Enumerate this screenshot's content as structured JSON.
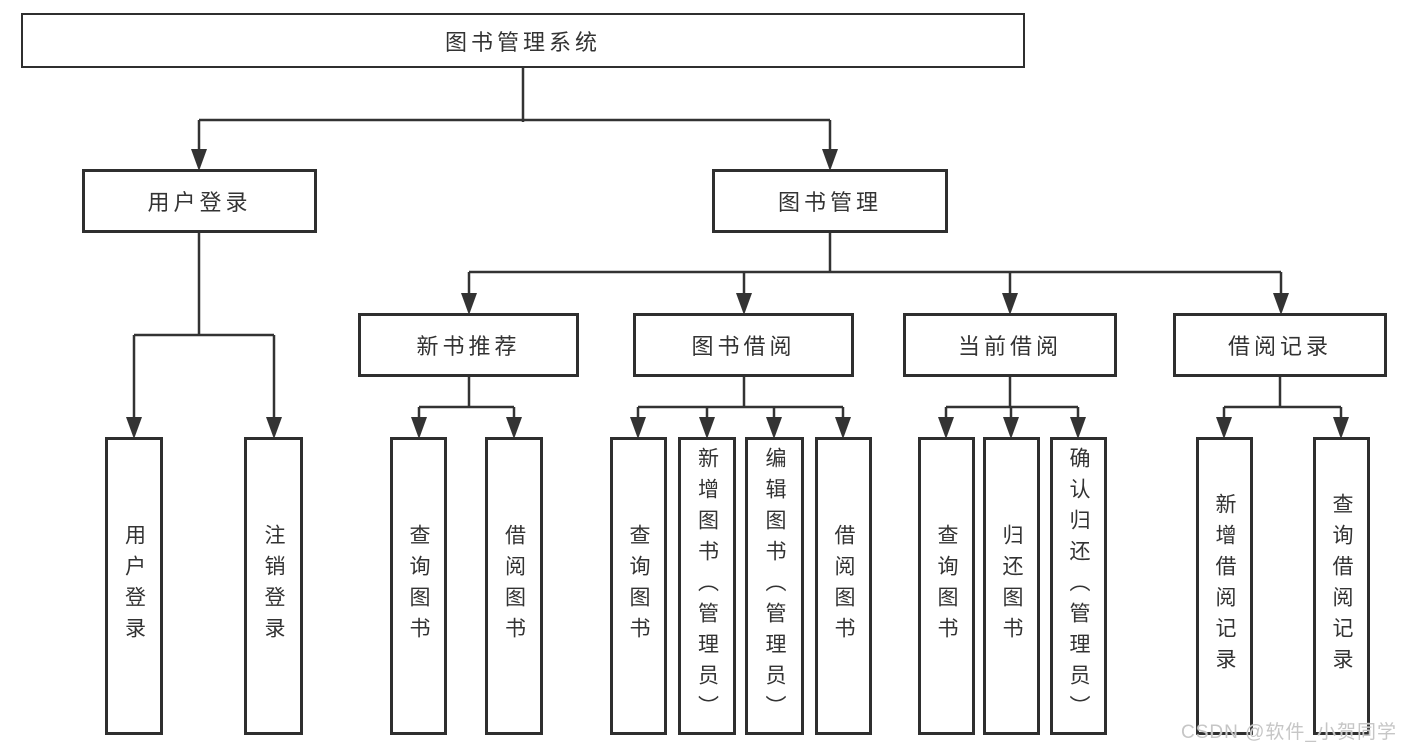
{
  "diagram": {
    "root": {
      "label": "图书管理系统"
    },
    "level2": {
      "user_login": {
        "label": "用户登录",
        "children": [
          "用户登录",
          "注销登录"
        ]
      },
      "book_management": {
        "label": "图书管理",
        "children": {
          "new_book_recommend": {
            "label": "新书推荐",
            "children": [
              "查询图书",
              "借阅图书"
            ]
          },
          "book_borrow": {
            "label": "图书借阅",
            "children": [
              "查询图书",
              "新增图书（管理员）",
              "编辑图书（管理员）",
              "借阅图书"
            ]
          },
          "current_borrow": {
            "label": "当前借阅",
            "children": [
              "查询图书",
              "归还图书",
              "确认归还（管理员）"
            ]
          },
          "borrow_record": {
            "label": "借阅记录",
            "children": [
              "新增借阅记录",
              "查询借阅记录"
            ]
          }
        }
      }
    },
    "watermark": "CSDN @软件_小贺同学",
    "colors": {
      "line": "#333333",
      "text": "#333333",
      "watermark": "#c6c6c6",
      "background": "#ffffff"
    }
  }
}
